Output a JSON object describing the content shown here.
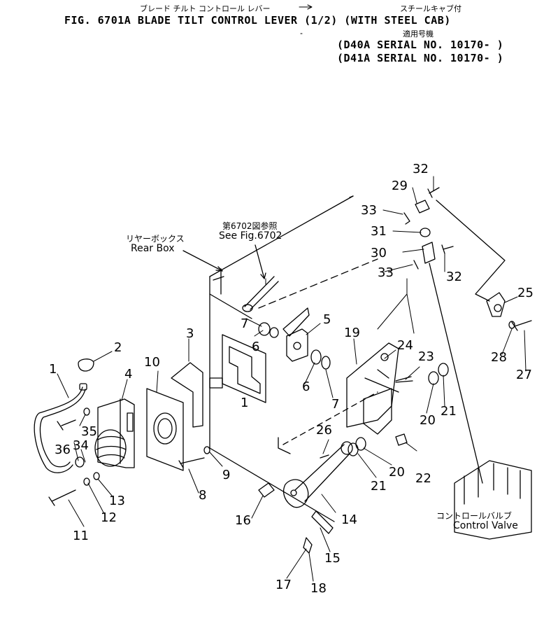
{
  "header": {
    "jp_title": "ブレード チルト コントロール レバー",
    "jp_cab": "スチールキャブ付",
    "title": "FIG. 6701A  BLADE TILT CONTROL LEVER (1/2) (WITH STEEL CAB)",
    "serial_jp": "適用号機",
    "serial_1": "(D40A SERIAL NO. 10170- )",
    "serial_2": "(D41A SERIAL NO. 10170- )"
  },
  "callouts": {
    "rear_box_jp": "リヤーボックス",
    "rear_box": "Rear Box",
    "see_fig_jp": "第6702図参照",
    "see_fig": "See Fig.6702",
    "control_valve_jp": "コントロールバルブ",
    "control_valve": "Control Valve"
  },
  "part_numbers": [
    "1",
    "2",
    "3",
    "4",
    "5",
    "6",
    "7",
    "8",
    "9",
    "10",
    "11",
    "12",
    "13",
    "14",
    "15",
    "16",
    "17",
    "18",
    "19",
    "20",
    "21",
    "22",
    "23",
    "24",
    "25",
    "26",
    "27",
    "28",
    "29",
    "30",
    "31",
    "32",
    "33",
    "34",
    "35",
    "36"
  ],
  "labels": {
    "p1a": "1",
    "p1b": "1",
    "p2": "2",
    "p3": "3",
    "p4": "4",
    "p5": "5",
    "p6a": "6",
    "p6b": "6",
    "p7a": "7",
    "p7b": "7",
    "p8": "8",
    "p9": "9",
    "p10": "10",
    "p11": "11",
    "p12": "12",
    "p13": "13",
    "p14": "14",
    "p15": "15",
    "p16": "16",
    "p17": "17",
    "p18": "18",
    "p19": "19",
    "p20a": "20",
    "p20b": "20",
    "p21a": "21",
    "p21b": "21",
    "p22": "22",
    "p23": "23",
    "p24": "24",
    "p25": "25",
    "p26": "26",
    "p27": "27",
    "p28": "28",
    "p29": "29",
    "p30": "30",
    "p31": "31",
    "p32a": "32",
    "p32b": "32",
    "p33a": "33",
    "p33b": "33",
    "p34": "34",
    "p35": "35",
    "p36": "36"
  }
}
